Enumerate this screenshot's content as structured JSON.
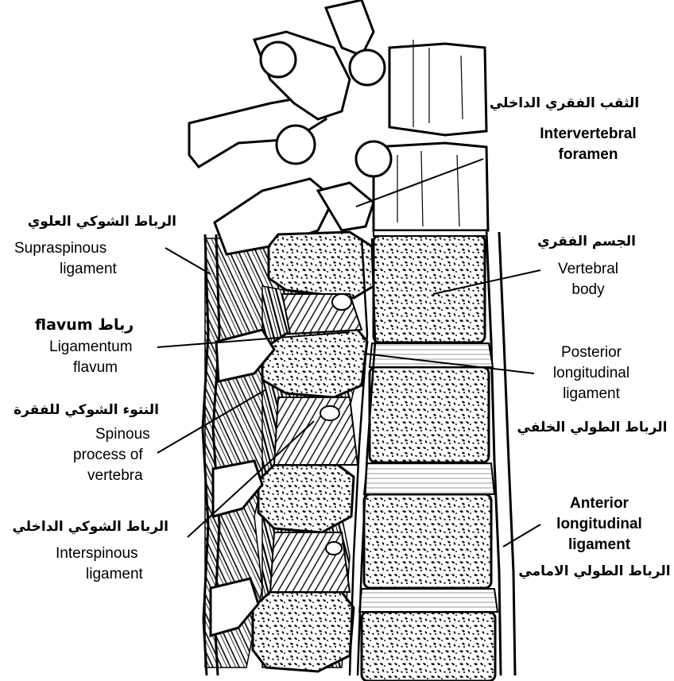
{
  "colors": {
    "ink": "#000000",
    "bone": "#ffffff",
    "background": "#ffffff"
  },
  "labels": {
    "intervertebral_foramen": {
      "arabic": "الثقب الفقري الداخلي",
      "english_line1": "Intervertebral",
      "english_line2": "foramen"
    },
    "supraspinous_ligament": {
      "arabic": "الرباط الشوكي العلوي",
      "english_line1": "Supraspinous",
      "english_line2": "ligament"
    },
    "vertebral_body": {
      "arabic": "الجسم الفقري",
      "english_line1": "Vertebral",
      "english_line2": "body"
    },
    "ligamentum_flavum": {
      "arabic_mixed": "رباط flavum",
      "english_line1": "Ligamentum",
      "english_line2": "flavum"
    },
    "posterior_longitudinal_ligament": {
      "english_line1": "Posterior",
      "english_line2": "longitudinal",
      "english_line3": "ligament",
      "arabic": "الرباط الطولي الخلفي"
    },
    "spinous_process": {
      "arabic": "النتوء الشوكي للفقرة",
      "english_line1": "Spinous",
      "english_line2": "process of",
      "english_line3": "vertebra"
    },
    "interspinous_ligament": {
      "arabic": "الرباط الشوكي الداخلي",
      "english_line1": "Interspinous",
      "english_line2": "ligament"
    },
    "anterior_longitudinal_ligament": {
      "english_line1": "Anterior",
      "english_line2": "longitudinal",
      "english_line3": "ligament",
      "arabic": "الرباط الطولي الامامي"
    }
  }
}
